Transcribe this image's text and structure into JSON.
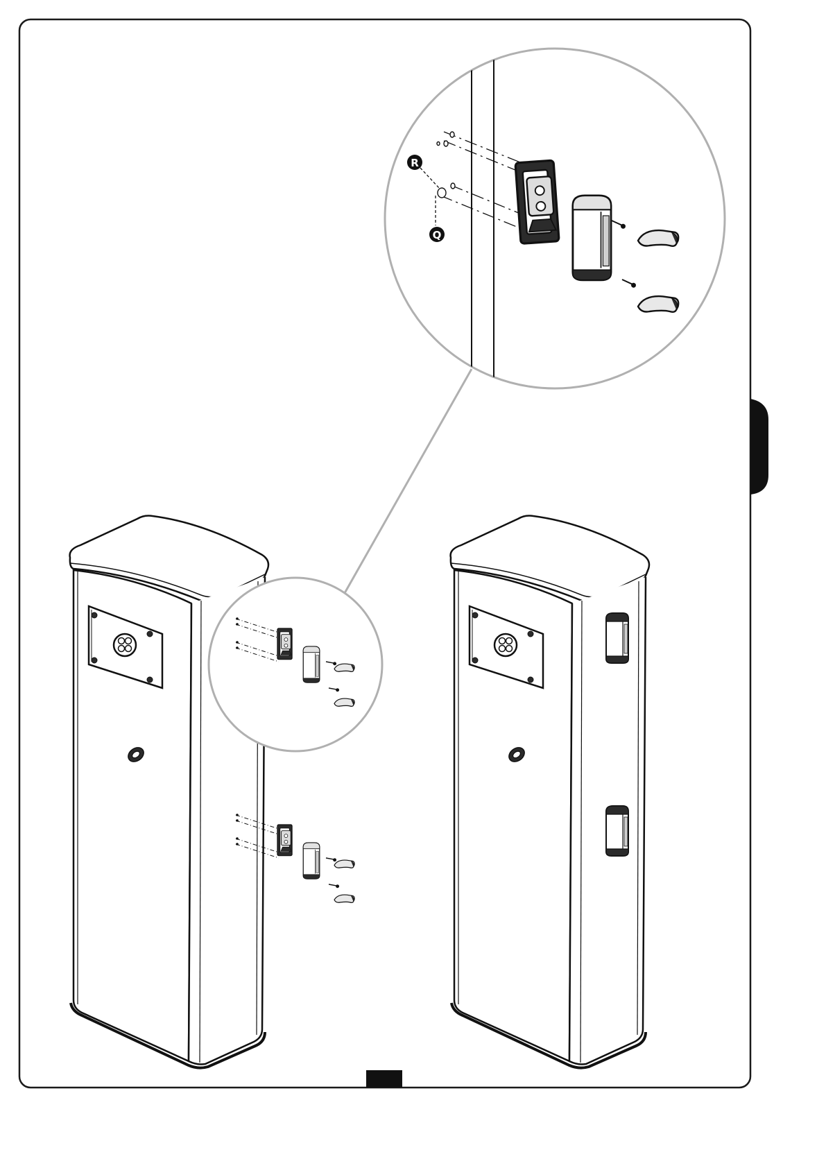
{
  "page": {
    "theme": {
      "ink": "#111111",
      "paper": "#ffffff",
      "frame_border": "#1a1a1a",
      "magnifier_ring": "#b0b0b0",
      "dark_part": "#2b2b2b",
      "gray_part": "#cfcfcf",
      "side_tab": "#111111",
      "footer_block": "#111111"
    },
    "callouts": {
      "r_label": "R",
      "q_label": "Q"
    },
    "icons": {
      "side_tab": "section-tab-marker",
      "footer": "page-number-block",
      "detail": "magnifier-detail-circle"
    }
  }
}
